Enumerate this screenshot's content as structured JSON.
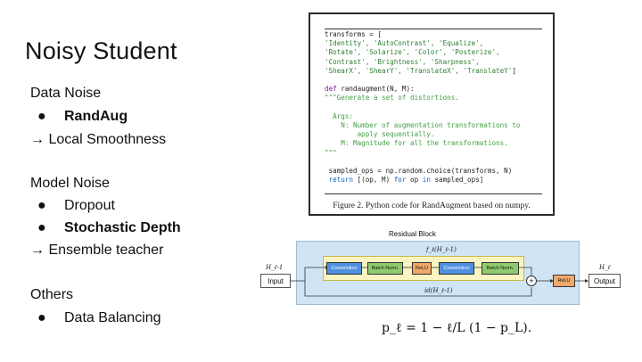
{
  "slide": {
    "title": "Noisy Student",
    "sections": {
      "data_noise": "Data Noise",
      "randaug": "RandAug",
      "local_smoothness": "→ Local Smoothness",
      "model_noise": "Model Noise",
      "dropout": "Dropout",
      "stochastic_depth": "Stochastic Depth",
      "ensemble_teacher": "→ Ensemble teacher",
      "others": "Others",
      "data_balancing": "Data Balancing",
      "bullet": "●"
    }
  },
  "code_figure": {
    "caption": "Figure 2. Python code for RandAugment based on numpy."
  },
  "residual_block": {
    "title": "Residual Block",
    "top_label": "f_ℓ(H_ℓ-1)",
    "h_in_label": "H_ℓ-1",
    "h_out_label": "H_ℓ",
    "id_label": "id(H_ℓ-1)",
    "input": "Input",
    "output": "Output",
    "blocks": [
      "Convolution",
      "Batch Norm.",
      "ReLU",
      "Convolution",
      "Batch Norm."
    ],
    "relu_out": "ReLU",
    "plus": "+"
  },
  "formula": "p_ℓ = 1 − ℓ/L (1 − p_L)."
}
